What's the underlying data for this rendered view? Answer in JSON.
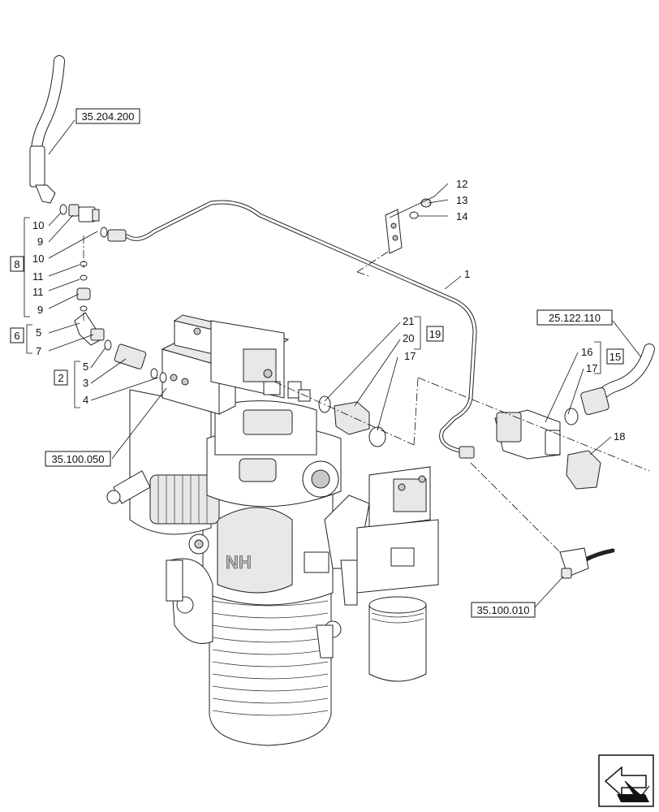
{
  "references": {
    "ref_top_hose": "35.204.200",
    "ref_valve_block": "35.100.050",
    "ref_right_hose": "25.122.110",
    "ref_bottom_right": "35.100.010"
  },
  "kits": {
    "kit_8": "8",
    "kit_6": "6",
    "kit_2": "2",
    "kit_19": "19",
    "kit_15": "15"
  },
  "callouts": {
    "c10a": "10",
    "c9a": "9",
    "c10b": "10",
    "c11a": "11",
    "c11b": "11",
    "c9b": "9",
    "c5a": "5",
    "c7": "7",
    "c5b": "5",
    "c3": "3",
    "c4": "4",
    "c12": "12",
    "c13": "13",
    "c14": "14",
    "c1": "1",
    "c21": "21",
    "c20": "20",
    "c17a": "17",
    "c16": "16",
    "c17b": "17",
    "c18": "18"
  }
}
